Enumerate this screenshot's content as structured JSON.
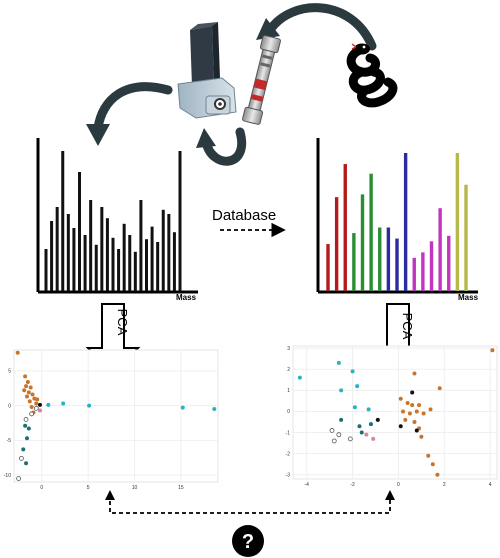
{
  "labels": {
    "database": "Database",
    "mass_left": "Mass",
    "mass_right": "Mass",
    "pca_left": "PCA",
    "pca_right": "PCA",
    "question": "?"
  },
  "left_spectrum": {
    "bar_color": "#111111",
    "values": [
      30,
      50,
      60,
      100,
      55,
      45,
      85,
      40,
      65,
      33,
      60,
      52,
      38,
      30,
      48,
      40,
      28,
      65,
      37,
      46,
      35,
      58,
      55,
      42,
      100
    ]
  },
  "right_spectrum": {
    "groups": [
      {
        "color": "#b31b1b",
        "values": [
          34,
          68,
          92
        ]
      },
      {
        "color": "#2a8f34",
        "values": [
          42,
          70,
          85,
          46
        ]
      },
      {
        "color": "#2c2c9e",
        "values": [
          46,
          38,
          100
        ]
      },
      {
        "color": "#c036c0",
        "values": [
          24,
          28,
          36,
          60,
          40
        ]
      },
      {
        "color": "#b5b84a",
        "values": [
          100,
          77
        ]
      }
    ]
  },
  "pca_left": {
    "x_ticks": [
      "0",
      "5",
      "10",
      "15"
    ],
    "y_ticks": [
      "5",
      "0",
      "-5",
      "-10"
    ],
    "xlim": [
      -3,
      19
    ],
    "ylim": [
      -11,
      8
    ],
    "points": [
      {
        "x": -2.6,
        "y": 7.6,
        "c": "orange"
      },
      {
        "x": -1.8,
        "y": 4.2,
        "c": "orange"
      },
      {
        "x": -1.5,
        "y": 3.4,
        "c": "orange"
      },
      {
        "x": -1.7,
        "y": 2.8,
        "c": "orange"
      },
      {
        "x": -1.2,
        "y": 2.6,
        "c": "orange"
      },
      {
        "x": -1.9,
        "y": 2.2,
        "c": "orange"
      },
      {
        "x": -1.4,
        "y": 1.9,
        "c": "orange"
      },
      {
        "x": -1.0,
        "y": 1.6,
        "c": "orange"
      },
      {
        "x": -1.6,
        "y": 1.3,
        "c": "orange"
      },
      {
        "x": -0.8,
        "y": 1.0,
        "c": "orange"
      },
      {
        "x": -1.3,
        "y": 0.6,
        "c": "orange"
      },
      {
        "x": -0.6,
        "y": 0.3,
        "c": "orange"
      },
      {
        "x": -1.1,
        "y": -0.2,
        "c": "orange"
      },
      {
        "x": -0.9,
        "y": -1.0,
        "c": "orange"
      },
      {
        "x": -0.5,
        "y": 0.9,
        "c": "orange"
      },
      {
        "x": -0.2,
        "y": 0.1,
        "c": "black"
      },
      {
        "x": -1.7,
        "y": -2.0,
        "c": "open"
      },
      {
        "x": -1.1,
        "y": -1.2,
        "c": "open"
      },
      {
        "x": -0.6,
        "y": -0.4,
        "c": "open"
      },
      {
        "x": -2.2,
        "y": -7.6,
        "c": "open"
      },
      {
        "x": -2.5,
        "y": -10.5,
        "c": "open"
      },
      {
        "x": -1.8,
        "y": -2.9,
        "c": "darkteal"
      },
      {
        "x": -1.6,
        "y": -4.7,
        "c": "darkteal"
      },
      {
        "x": -1.7,
        "y": -8.3,
        "c": "darkteal"
      },
      {
        "x": -1.4,
        "y": -3.3,
        "c": "darkteal"
      },
      {
        "x": -2.0,
        "y": -6.3,
        "c": "darkteal"
      },
      {
        "x": 0.7,
        "y": 0.1,
        "c": "cyan"
      },
      {
        "x": 2.3,
        "y": 0.3,
        "c": "cyan"
      },
      {
        "x": 5.1,
        "y": 0.0,
        "c": "cyan"
      },
      {
        "x": 15.2,
        "y": -0.3,
        "c": "cyan"
      },
      {
        "x": 18.6,
        "y": -0.5,
        "c": "cyan"
      },
      {
        "x": -0.2,
        "y": -0.7,
        "c": "pink"
      }
    ]
  },
  "pca_right": {
    "x_ticks": [
      "-4",
      "-2",
      "0",
      "2",
      "4"
    ],
    "y_ticks": [
      "3",
      "2",
      "1",
      "0",
      "-1",
      "-2",
      "-3"
    ],
    "xlim": [
      -4.6,
      4.3
    ],
    "ylim": [
      -3.2,
      3.1
    ],
    "points": [
      {
        "x": 4.1,
        "y": 2.9,
        "c": "orange"
      },
      {
        "x": 0.7,
        "y": 1.8,
        "c": "orange"
      },
      {
        "x": 1.8,
        "y": 1.1,
        "c": "orange"
      },
      {
        "x": 0.1,
        "y": 0.6,
        "c": "orange"
      },
      {
        "x": 0.4,
        "y": 0.4,
        "c": "orange"
      },
      {
        "x": 0.6,
        "y": 0.3,
        "c": "orange"
      },
      {
        "x": 0.9,
        "y": 0.3,
        "c": "orange"
      },
      {
        "x": 0.2,
        "y": 0.0,
        "c": "orange"
      },
      {
        "x": 0.5,
        "y": -0.1,
        "c": "orange"
      },
      {
        "x": 0.8,
        "y": 0.0,
        "c": "orange"
      },
      {
        "x": 1.1,
        "y": -0.1,
        "c": "orange"
      },
      {
        "x": 0.3,
        "y": -0.4,
        "c": "orange"
      },
      {
        "x": 0.7,
        "y": -0.5,
        "c": "orange"
      },
      {
        "x": 0.9,
        "y": -0.8,
        "c": "orange"
      },
      {
        "x": 1.4,
        "y": 0.1,
        "c": "orange"
      },
      {
        "x": 1.0,
        "y": -1.2,
        "c": "orange"
      },
      {
        "x": 1.3,
        "y": -2.1,
        "c": "orange"
      },
      {
        "x": 1.5,
        "y": -2.5,
        "c": "orange"
      },
      {
        "x": 1.7,
        "y": -3.0,
        "c": "orange"
      },
      {
        "x": 0.6,
        "y": 0.9,
        "c": "black"
      },
      {
        "x": 0.1,
        "y": -0.7,
        "c": "black"
      },
      {
        "x": 0.8,
        "y": -0.9,
        "c": "black"
      },
      {
        "x": -0.9,
        "y": -0.4,
        "c": "black"
      },
      {
        "x": -4.3,
        "y": 1.6,
        "c": "cyan"
      },
      {
        "x": -2.6,
        "y": 2.3,
        "c": "cyan"
      },
      {
        "x": -2.0,
        "y": 1.9,
        "c": "cyan"
      },
      {
        "x": -1.8,
        "y": 1.2,
        "c": "cyan"
      },
      {
        "x": -2.5,
        "y": 1.0,
        "c": "cyan"
      },
      {
        "x": -1.9,
        "y": 0.2,
        "c": "cyan"
      },
      {
        "x": -1.3,
        "y": 0.1,
        "c": "cyan"
      },
      {
        "x": -2.5,
        "y": -0.4,
        "c": "darkteal"
      },
      {
        "x": -1.7,
        "y": -0.7,
        "c": "darkteal"
      },
      {
        "x": -1.2,
        "y": -0.6,
        "c": "darkteal"
      },
      {
        "x": -1.6,
        "y": -1.0,
        "c": "darkteal"
      },
      {
        "x": -2.9,
        "y": -0.9,
        "c": "open"
      },
      {
        "x": -2.6,
        "y": -1.1,
        "c": "open"
      },
      {
        "x": -2.1,
        "y": -1.3,
        "c": "open"
      },
      {
        "x": -2.8,
        "y": -1.4,
        "c": "open"
      },
      {
        "x": -1.4,
        "y": -1.1,
        "c": "pink"
      },
      {
        "x": -1.1,
        "y": -1.3,
        "c": "pink"
      }
    ]
  },
  "colors": {
    "orange": "#c8742a",
    "cyan": "#27b3c4",
    "darkteal": "#1c6f73",
    "black": "#111111",
    "pink": "#d08a9a",
    "open": "#555555",
    "arrow": "#2b3a3e"
  }
}
